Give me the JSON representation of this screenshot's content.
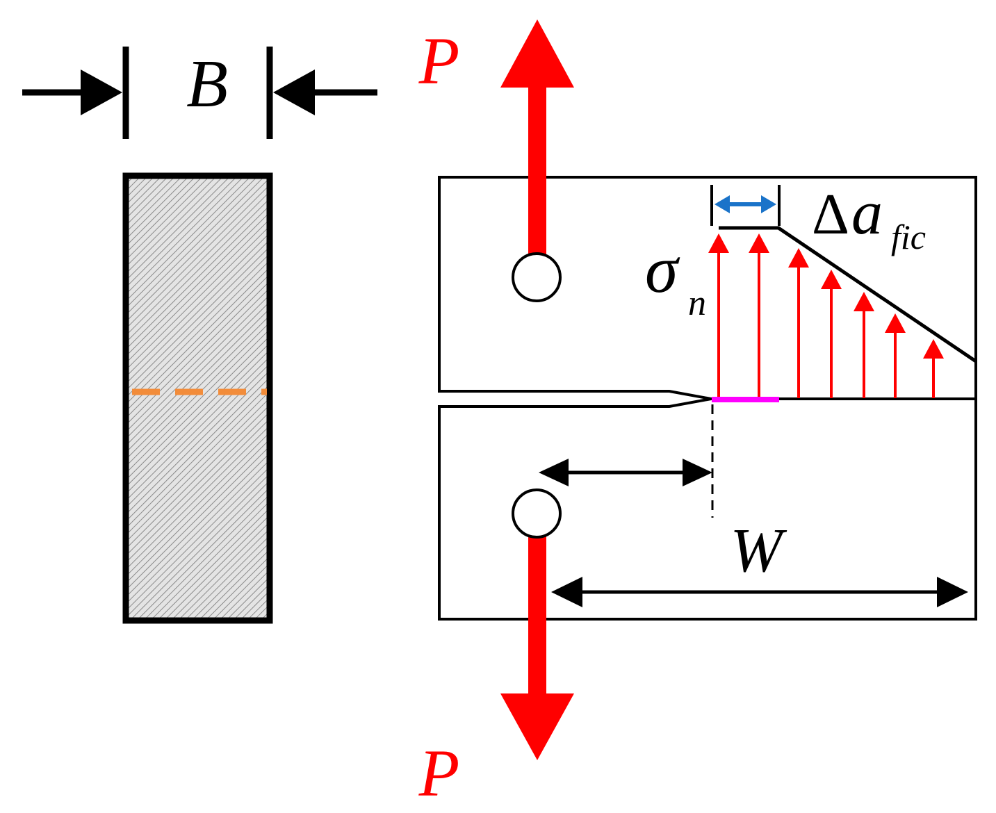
{
  "labels": {
    "thickness": "B",
    "width": "W",
    "load_top": "P",
    "load_bottom": "P",
    "stress_symbol": "σ",
    "stress_subscript": "n",
    "fic_delta": "Δ",
    "fic_symbol": "a",
    "fic_subscript": "fic"
  },
  "colors": {
    "outline": "#000000",
    "load_arrow": "#ff0000",
    "stress_arrow": "#ff0000",
    "crack_tip_zone": "#ff00ff",
    "fic_dimension": "#1a73c9",
    "crack_plane": "#f28c3a",
    "hatch": "#8a8a8a",
    "hatch_background": "#e4e4e4"
  }
}
